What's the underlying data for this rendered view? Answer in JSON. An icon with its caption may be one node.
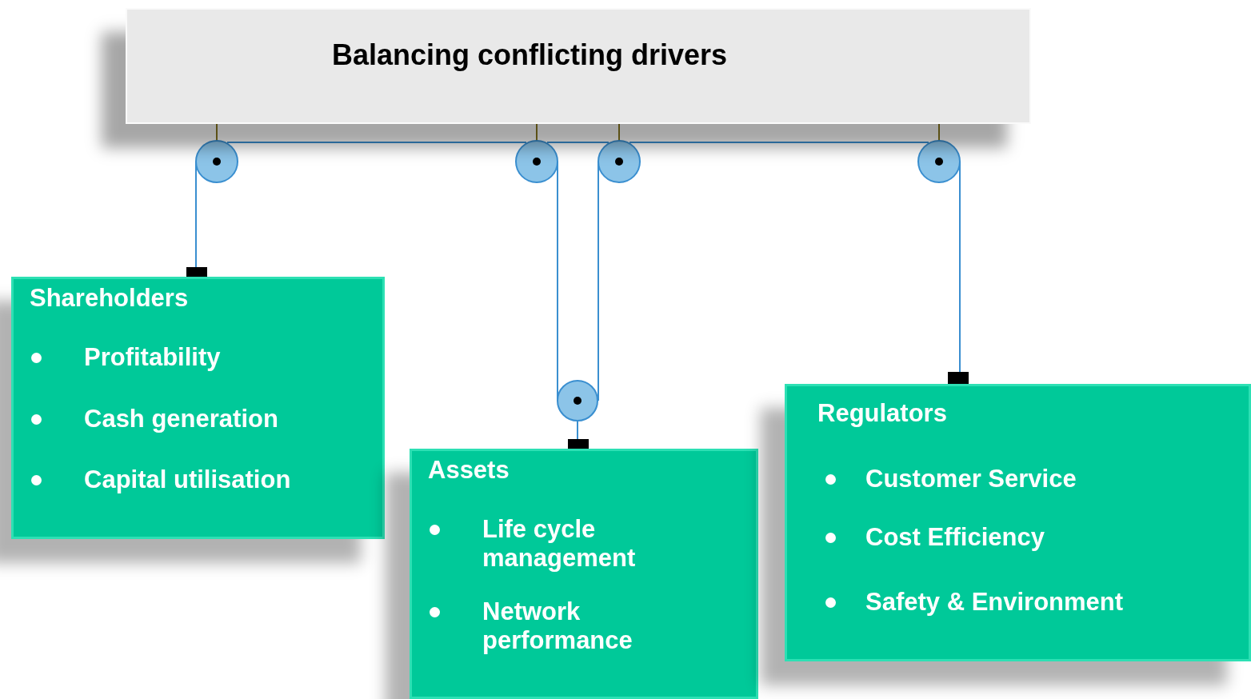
{
  "diagram": {
    "nodes": [
      {
        "text": [
          "Balancing conflicting drivers"
        ]
      },
      {
        "text": [],
        "shape": "circle"
      },
      {
        "text": [],
        "shape": "circle"
      },
      {
        "text": [],
        "shape": "circle"
      },
      {
        "text": [],
        "shape": "circle"
      },
      {
        "text": [],
        "shape": "circle"
      },
      {
        "text": [
          "Shareholders",
          "Profitability",
          "Cash generation",
          "Capital utilisation"
        ]
      },
      {
        "text": [
          "Assets",
          "Life cycle management",
          "Network performance"
        ]
      },
      {
        "text": [
          "Regulators",
          "Customer Service",
          "Cost Efficiency",
          "Safety & Environment"
        ]
      }
    ],
    "edges": [
      {
        "from": 0,
        "to": 1,
        "arrow": "none",
        "color": "#8a7a22"
      },
      {
        "from": 0,
        "to": 2,
        "arrow": "none",
        "color": "#8a7a22"
      },
      {
        "from": 0,
        "to": 3,
        "arrow": "none",
        "color": "#8a7a22"
      },
      {
        "from": 0,
        "to": 4,
        "arrow": "none",
        "color": "#8a7a22"
      },
      {
        "from": 1,
        "to": 2,
        "arrow": "none"
      },
      {
        "from": 2,
        "to": 3,
        "arrow": "none"
      },
      {
        "from": 3,
        "to": 4,
        "arrow": "none"
      },
      {
        "from": 1,
        "to": 6,
        "arrow": "none"
      },
      {
        "from": 2,
        "to": 5,
        "arrow": "none"
      },
      {
        "from": 3,
        "to": 5,
        "arrow": "none"
      },
      {
        "from": 5,
        "to": 7,
        "arrow": "none"
      },
      {
        "from": 4,
        "to": 8,
        "arrow": "none"
      }
    ]
  }
}
